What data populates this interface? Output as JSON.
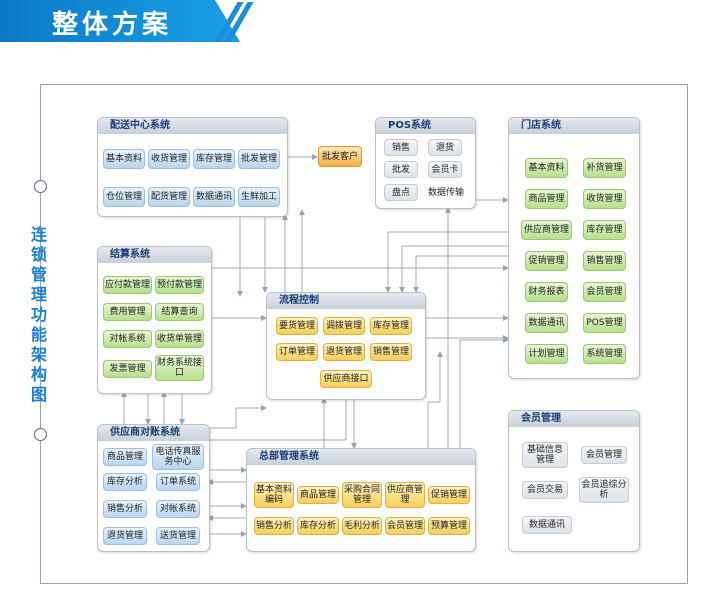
{
  "header": {
    "title": "整体方案"
  },
  "side_title": "连锁管理功能架构图",
  "panels": {
    "distribution": {
      "title": "配送中心系统",
      "items": [
        "基本资料",
        "收货管理",
        "库存管理",
        "批发管理",
        "仓位管理",
        "配货管理",
        "数据通讯",
        "生鲜加工"
      ]
    },
    "wholesale_customer": "批发客户",
    "pos": {
      "title": "POS系统",
      "items": [
        "销售",
        "退货",
        "批发",
        "会员卡",
        "盘点",
        "数据传输"
      ]
    },
    "store": {
      "title": "门店系统",
      "items": [
        "基本资料",
        "补货管理",
        "商品管理",
        "收货管理",
        "供应商管理",
        "库存管理",
        "促销管理",
        "销售管理",
        "财务报表",
        "会员管理",
        "数据通讯",
        "POS管理",
        "计划管理",
        "系统管理"
      ]
    },
    "settlement": {
      "title": "结算系统",
      "items": [
        "应付款管理",
        "预付款管理",
        "费用管理",
        "结算查询",
        "对帐系统",
        "收货单管理",
        "发票管理",
        "财务系统接口"
      ]
    },
    "process": {
      "title": "流程控制",
      "items": [
        "要货管理",
        "调拨管理",
        "库存管理",
        "订单管理",
        "退货管理",
        "销售管理",
        "供应商接口"
      ]
    },
    "supplier": {
      "title": "供应商对账系统",
      "items": [
        "商品管理",
        "电话传真服务中心",
        "库存分析",
        "订单系统",
        "销售分析",
        "对帐系统",
        "退货管理",
        "送货管理"
      ]
    },
    "hq": {
      "title": "总部管理系统",
      "items": [
        "基本资料编码",
        "商品管理",
        "采购合同管理",
        "供应商管理",
        "促销管理",
        "销售分析",
        "库存分析",
        "毛利分析",
        "会员管理",
        "预算管理"
      ]
    },
    "member": {
      "title": "会员管理",
      "items": [
        "基础信息管理",
        "会员管理",
        "会员交易",
        "会员追综分析",
        "数据通讯"
      ]
    }
  }
}
